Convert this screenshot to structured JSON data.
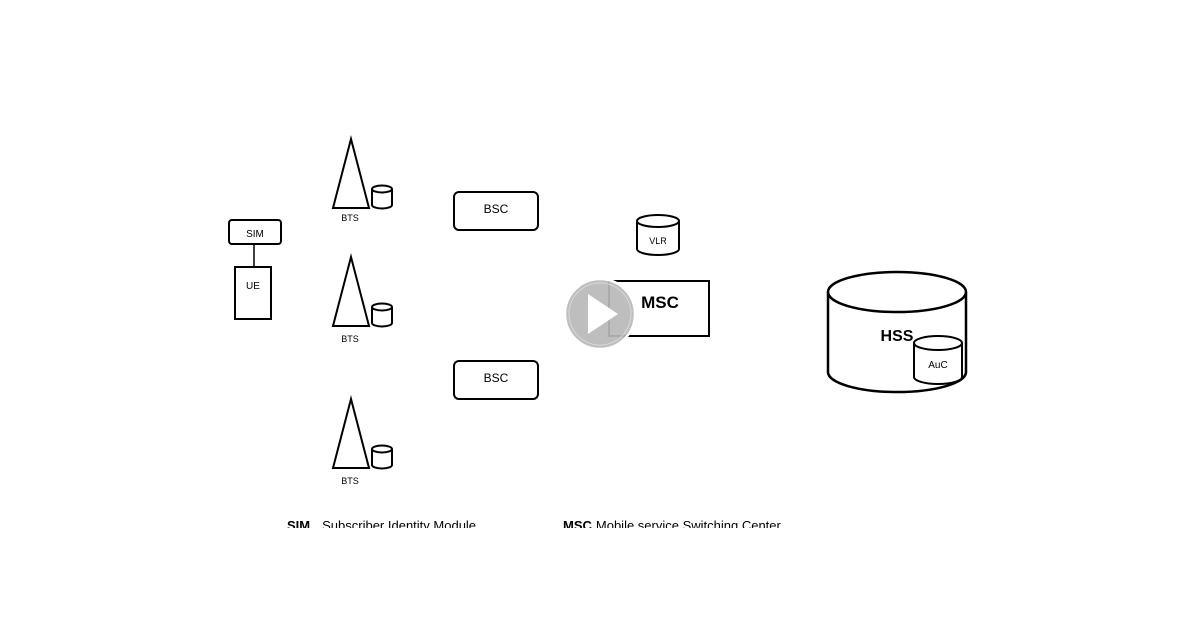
{
  "diagram": {
    "sim_label": "SIM",
    "ue_label": "UE",
    "bts_label": "BTS",
    "bsc_label": "BSC",
    "vlr_label": "VLR",
    "msc_label": "MSC",
    "hss_label": "HSS",
    "auc_label": "AuC"
  },
  "legend": [
    {
      "abbr": "SIM",
      "text": "Subscriber Identity Module"
    },
    {
      "abbr": "MSC",
      "text": "Mobile service Switching Center"
    }
  ],
  "player": {
    "control": "play-icon"
  }
}
